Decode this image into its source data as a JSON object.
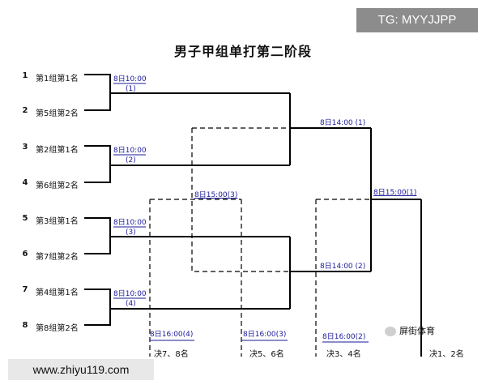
{
  "header": {
    "title": "男子甲组单打第二阶段",
    "watermark_top": "TG: MYYJJPP",
    "watermark_bottom": "www.zhiyu119.com",
    "logo_text": "屏街体育"
  },
  "players": [
    {
      "seed": "1",
      "name": "第1组第1名"
    },
    {
      "seed": "2",
      "name": "第5组第2名"
    },
    {
      "seed": "3",
      "name": "第2组第1名"
    },
    {
      "seed": "4",
      "name": "第6组第2名"
    },
    {
      "seed": "5",
      "name": "第3组第1名"
    },
    {
      "seed": "6",
      "name": "第7组第2名"
    },
    {
      "seed": "7",
      "name": "第4组第1名"
    },
    {
      "seed": "8",
      "name": "第8组第2名"
    }
  ],
  "matches": {
    "r1": [
      {
        "time": "8日10:00",
        "num": "(1)"
      },
      {
        "time": "8日10:00",
        "num": "(2)"
      },
      {
        "time": "8日10:00",
        "num": "(3)"
      },
      {
        "time": "8日10:00",
        "num": "(4)"
      }
    ],
    "semi_1": "8日14:00 (1)",
    "semi_2": "8日14:00 (2)",
    "final": "8日15:00(1)",
    "playoff_58": "8日15:00(3)",
    "bottom": [
      {
        "time": "8日16:00(4)",
        "place": "决7、8名"
      },
      {
        "time": "8日16:00(3)",
        "place": "决5、6名"
      },
      {
        "time": "8日16:00(2)",
        "place": "决3、4名"
      }
    ],
    "champion_place": "决1、2名"
  }
}
